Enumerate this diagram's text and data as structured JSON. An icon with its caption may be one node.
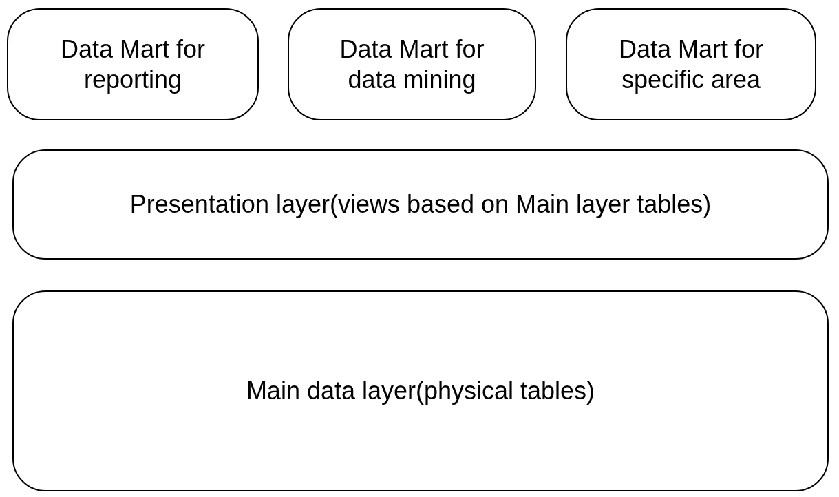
{
  "diagram": {
    "nodes": [
      {
        "text": [
          "Data Mart for reporting"
        ]
      },
      {
        "text": [
          "Data Mart for data mining"
        ]
      },
      {
        "text": [
          "Data Mart for specific area"
        ]
      },
      {
        "text": [
          "Presentation layer(views based on Main layer tables)"
        ]
      },
      {
        "text": [
          "Main data layer(physical tables)"
        ]
      }
    ]
  }
}
